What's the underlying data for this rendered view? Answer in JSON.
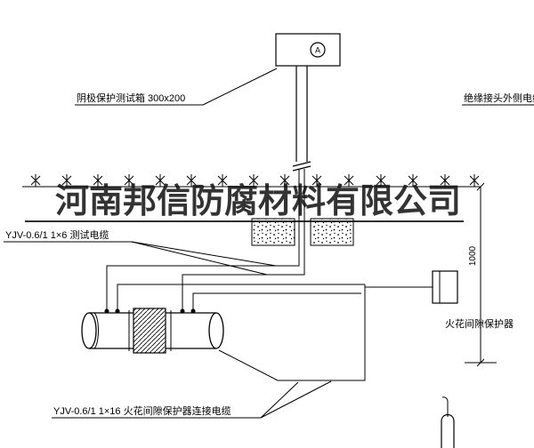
{
  "diagram": {
    "watermark": "河南邦信防腐材料有限公司",
    "meter_letter": "A",
    "labels": {
      "test_box": "阴极保护测试箱 300x200",
      "outer_cable": "绝缘接头外侧电缆",
      "test_cable": "YJV-0.6/1 1×6  测试电缆",
      "spark_cable": "YJV-0.6/1 1×16  火花间隙保护器连接电缆",
      "spark_gap": "火花间隙保护器",
      "dimension_height": "1000"
    },
    "colors": {
      "line": "#000000",
      "background": "#ffffff",
      "watermark": "#1a1a1a"
    }
  }
}
